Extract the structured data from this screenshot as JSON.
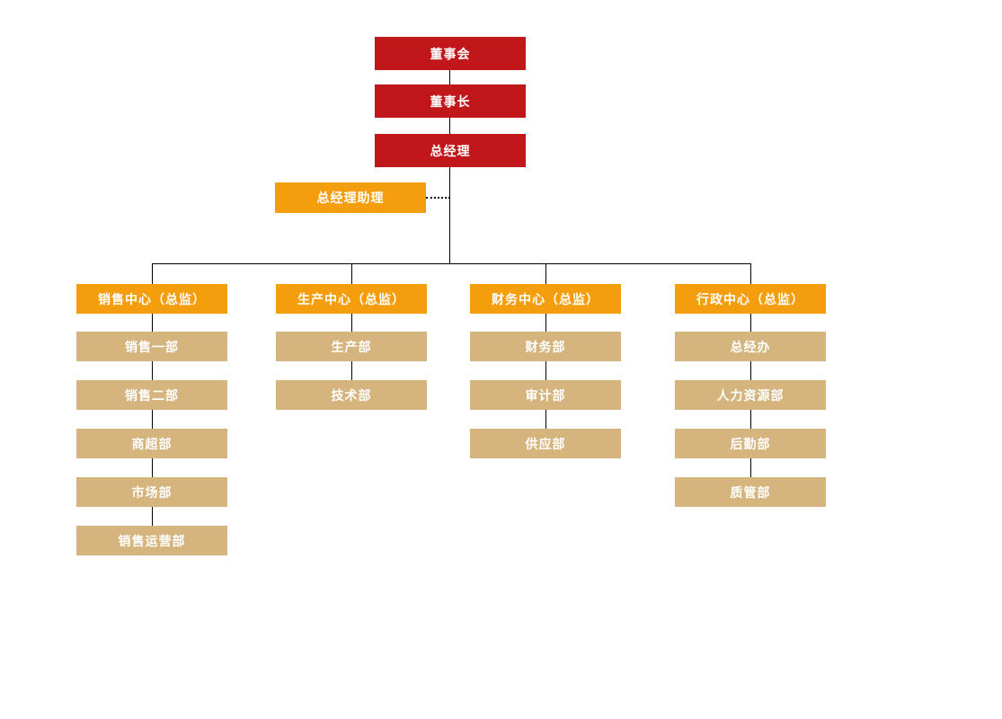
{
  "colors": {
    "red": "#C1171A",
    "orange": "#F59E0D",
    "tan": "#D5B47E",
    "line": "#000000",
    "nodeText": "#ffffff",
    "bg": "#ffffff"
  },
  "org_chart": {
    "top_chain": [
      {
        "label": "董事会"
      },
      {
        "label": "董事长"
      },
      {
        "label": "总经理"
      }
    ],
    "assistant": {
      "label": "总经理助理"
    },
    "branches": [
      {
        "header": "销售中心（总监）",
        "departments": [
          "销售一部",
          "销售二部",
          "商超部",
          "市场部",
          "销售运营部"
        ]
      },
      {
        "header": "生产中心（总监）",
        "departments": [
          "生产部",
          "技术部"
        ]
      },
      {
        "header": "财务中心（总监）",
        "departments": [
          "财务部",
          "审计部",
          "供应部"
        ]
      },
      {
        "header": "行政中心（总监）",
        "departments": [
          "总经办",
          "人力资源部",
          "后勤部",
          "质管部"
        ]
      }
    ]
  }
}
